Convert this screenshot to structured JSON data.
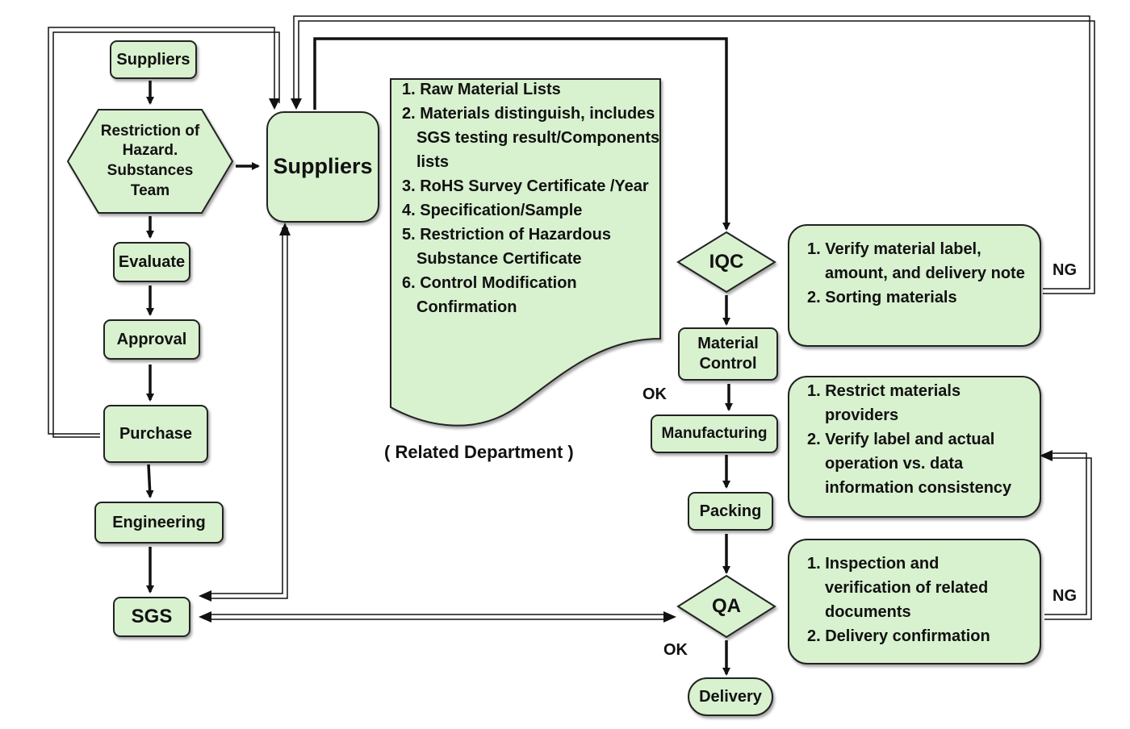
{
  "left_column": {
    "suppliers": "Suppliers",
    "rhs_team": "Restriction of Hazard. Substances Team",
    "evaluate": "Evaluate",
    "approval": "Approval",
    "purchase": "Purchase",
    "engineering": "Engineering",
    "sgs": "SGS"
  },
  "center": {
    "suppliers": "Suppliers",
    "documents": [
      "1. Raw Material Lists",
      "2. Materials distinguish, includes SGS testing result/Components lists",
      "3. RoHS Survey Certificate /Year",
      "4. Specification/Sample",
      "5. Restriction of Hazardous Substance Certificate",
      "6. Control Modification Confirmation"
    ],
    "caption": "( Related Department )"
  },
  "right_column": {
    "iqc": "IQC",
    "material_control": "Material Control",
    "manufacturing": "Manufacturing",
    "packing": "Packing",
    "qa": "QA",
    "delivery": "Delivery",
    "ok_1": "OK",
    "ok_2": "OK",
    "ng_1": "NG",
    "ng_2": "NG"
  },
  "notes": {
    "iqc_notes": [
      "1. Verify material label, amount, and delivery note",
      "2. Sorting materials"
    ],
    "manufacturing_notes": [
      "1. Restrict materials providers",
      "2. Verify label and actual operation vs. data information consistency"
    ],
    "qa_notes": [
      "1. Inspection and verification of related documents",
      "2. Delivery confirmation"
    ]
  },
  "colors": {
    "fill": "#d8f1cf",
    "stroke": "#222222"
  }
}
